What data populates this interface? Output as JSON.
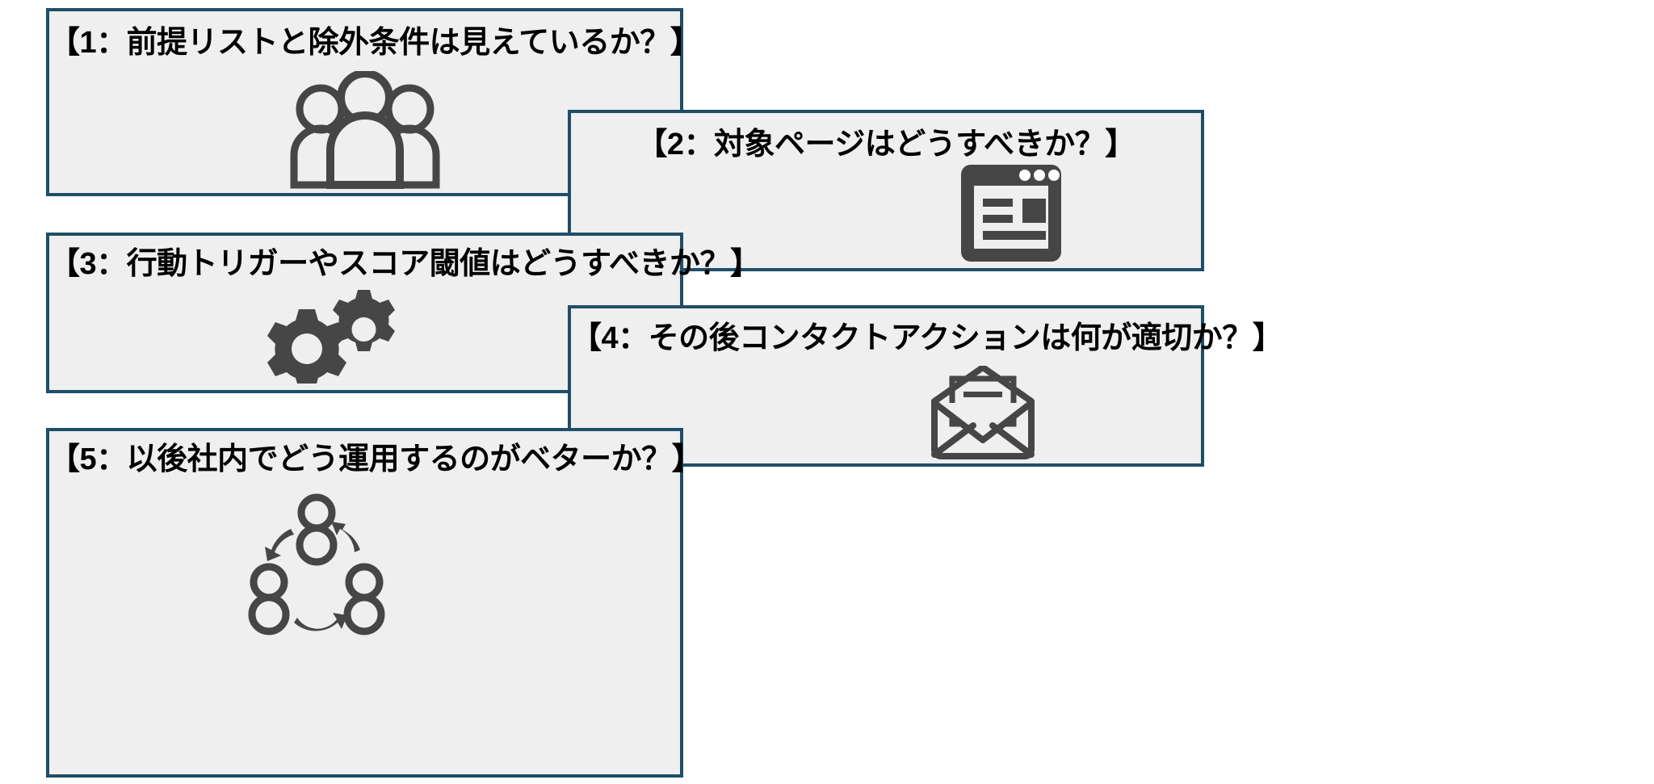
{
  "slide": {
    "background_color": "#FFFFFF",
    "card_fill_color": "#EFEFEF",
    "card_border_color": "#1F4E68",
    "icon_color": "#464646",
    "title_color": "#000000"
  },
  "cards": [
    {
      "number": "1",
      "title": "【1：前提リストと除外条件は見えているか？】",
      "icon": "people-group-icon",
      "icon_label": "people-group"
    },
    {
      "number": "2",
      "title": "【2：対象ページはどうすべきか？】",
      "icon": "browser-window-icon",
      "icon_label": "browser-window"
    },
    {
      "number": "3",
      "title": "【3：行動トリガーやスコア閾値はどうすべきか？】",
      "icon": "gears-icon",
      "icon_label": "gears"
    },
    {
      "number": "4",
      "title": "【4：その後コンタクトアクションは何が適切か？】",
      "icon": "open-envelope-icon",
      "icon_label": "open-envelope"
    },
    {
      "number": "5",
      "title": "【5：以後社内でどう運用するのがベターか？】",
      "icon": "people-cycle-icon",
      "icon_label": "people-cycle"
    }
  ]
}
